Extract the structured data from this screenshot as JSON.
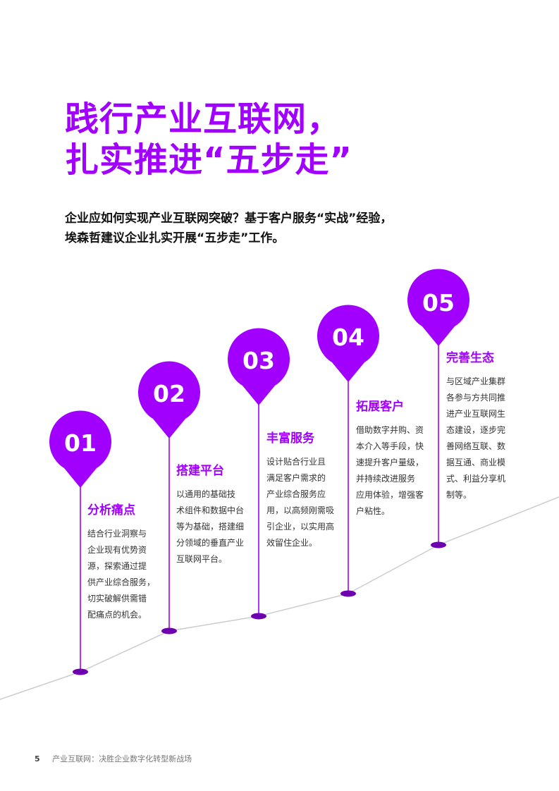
{
  "title": {
    "line1": "践行产业互联网，",
    "line2": "扎实推进“五步走”"
  },
  "intro": {
    "line1": "企业应如何实现产业互联网突破？基于客户服务“实战”经验，",
    "line2": "埃森哲建议企业扎实开展“五步走”工作。"
  },
  "colors": {
    "accent": "#a100ff",
    "pin_dark": "#6f00b0",
    "ground_line": "#cccccc"
  },
  "steps": [
    {
      "number": "01",
      "title": "分析痛点",
      "lines": [
        "结合行业洞察与",
        "企业现有优势资",
        "源，探索通过提",
        "供产业综合服务，",
        "切实破解供需错",
        "配痛点的机会。"
      ]
    },
    {
      "number": "02",
      "title": "搭建平台",
      "lines": [
        "以通用的基础技",
        "术组件和数据中台",
        "等为基础，搭建细",
        "分领域的垂直产业",
        "互联网平台。"
      ]
    },
    {
      "number": "03",
      "title": "丰富服务",
      "lines": [
        "设计贴合行业且",
        "满足客户需求的",
        "产业综合服务应",
        "用，以高频刚需吸",
        "引企业，以实用高",
        "效留住企业。"
      ]
    },
    {
      "number": "04",
      "title": "拓展客户",
      "lines": [
        "借助数字并购、资",
        "本介入等手段，快",
        "速提升客户量级，",
        "并持续改进服务",
        "应用体验，增强客",
        "户粘性。"
      ]
    },
    {
      "number": "05",
      "title": "完善生态",
      "lines": [
        "与区域产业集群",
        "各参与方共同推",
        "进产业互联网生",
        "态建设，逐步完",
        "善网络互联、数",
        "据互通、商业模",
        "式、利益分享机",
        "制等。"
      ]
    }
  ],
  "footer": {
    "page": "5",
    "text": "产业互联网：决胜企业数字化转型新战场"
  }
}
